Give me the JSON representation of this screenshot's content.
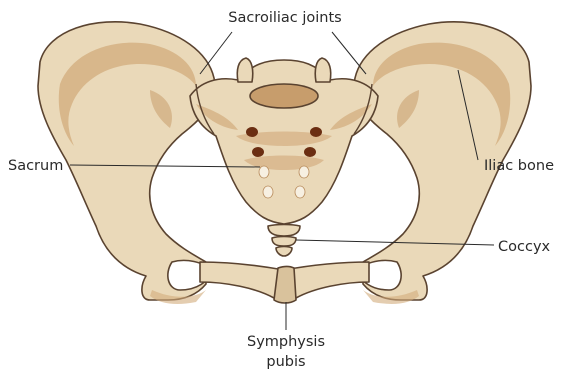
{
  "labels": {
    "sacroiliac_joints": "Sacroiliac joints",
    "sacrum": "Sacrum",
    "iliac_bone": "Iliac bone",
    "coccyx": "Coccyx",
    "symphysis_line1": "Symphysis",
    "symphysis_line2": "pubis"
  },
  "colors": {
    "bone": "#ead9b9",
    "bone_shade": "#d2ab7c",
    "bone_dark": "#b98d5e",
    "outline": "#5a4330",
    "foramen_dark": "#6b2e12",
    "foramen_light": "#f7f0e2",
    "label_text": "#2a2a2a"
  }
}
